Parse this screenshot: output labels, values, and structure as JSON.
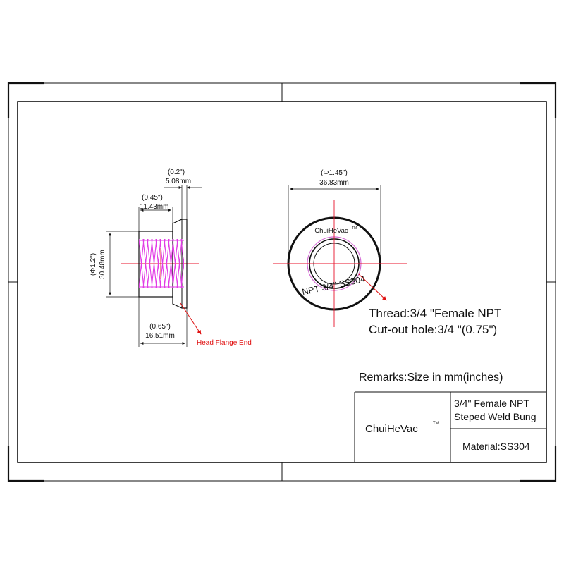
{
  "colors": {
    "line": "#111111",
    "center_line": "#e8132b",
    "thread": "#e23be6",
    "bore_ring": "#d56bd6",
    "arrow": "#e01010",
    "flange_note_text": "#e01010"
  },
  "side_view": {
    "dim_flange_in": "(0.2\")",
    "dim_flange_mm": "5.08mm",
    "dim_thread_in": "(0.45\")",
    "dim_thread_mm": "11.43mm",
    "dim_dia_in": "(Φ1.2\")",
    "dim_dia_mm": "30.48mm",
    "dim_length_in": "(0.65\")",
    "dim_length_mm": "16.51mm",
    "flange_note": "Head Flange End"
  },
  "front_view": {
    "dim_dia_in": "(Φ1.45\")",
    "dim_dia_mm": "36.83mm",
    "logo_text": "ChuiHeVac",
    "logo_tm": "TM",
    "stamp_text": "NPT 3/4\" SS304",
    "thread_note": "Thread:3/4 \"Female NPT",
    "cutout_note": "Cut-out hole:3/4 \"(0.75\")"
  },
  "remarks": "Remarks:Size in mm(inches)",
  "title_block": {
    "brand": "ChuiHeVac",
    "brand_tm": "TM",
    "part_line1": "3/4\" Female NPT",
    "part_line2": "Steped Weld Bung",
    "material": "Material:SS304"
  }
}
